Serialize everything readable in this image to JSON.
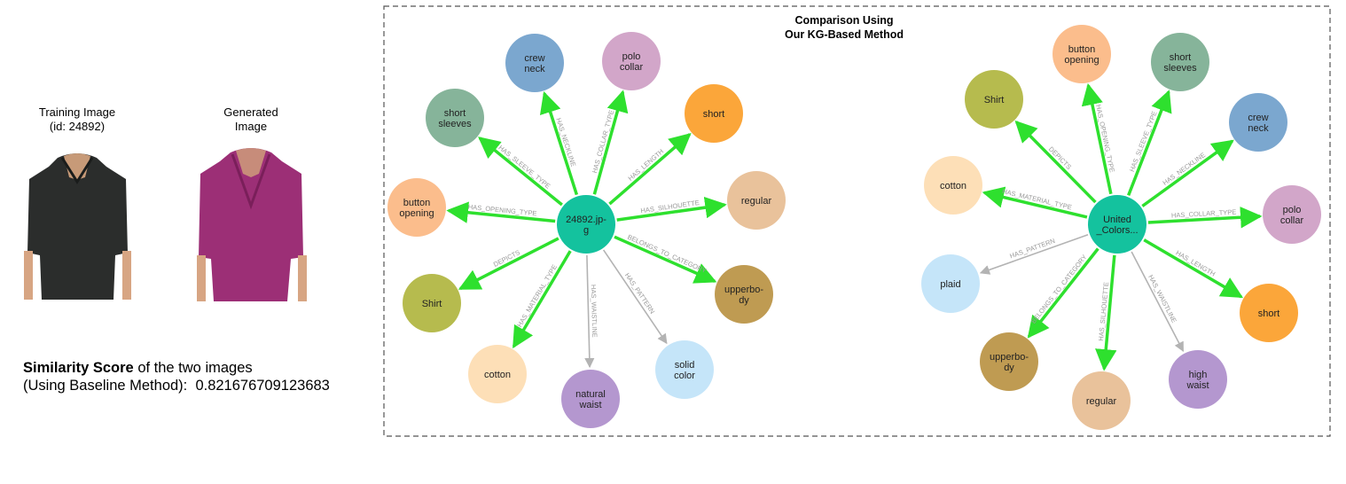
{
  "left_panel": {
    "training_caption_line1": "Training Image",
    "training_caption_line2": "(id: 24892)",
    "generated_caption_line1": "Generated",
    "generated_caption_line2": "Image",
    "score_bold": "Similarity Score",
    "score_rest": " of the two images",
    "score_line2_label": "(Using Baseline Method):",
    "score_value": "0.821676709123683",
    "training_shirt_color": "#2b2d2c",
    "generated_shirt_color": "#9c2f76",
    "skin_color": "#d7a583"
  },
  "panel": {
    "title_line1": "Comparison Using",
    "title_line2": "Our KG-Based Method"
  },
  "graphs": [
    {
      "center": {
        "label": [
          "24892.jp-",
          "g"
        ],
        "color": "#14c29e"
      },
      "nodes": [
        {
          "label": [
            "crew",
            "neck"
          ],
          "color": "#7ba7cf",
          "edge": "HAS_NECKLINE",
          "strong": true
        },
        {
          "label": [
            "polo",
            "collar"
          ],
          "color": "#d2a6c9",
          "edge": "HAS_COLLAR_TYPE",
          "strong": true
        },
        {
          "label": [
            "short",
            "sleeves"
          ],
          "color": "#86b49a",
          "edge": "HAS_SLEEVE_TYPE",
          "strong": true
        },
        {
          "label": [
            "short"
          ],
          "color": "#fba63a",
          "edge": "HAS_LENGTH",
          "strong": true
        },
        {
          "label": [
            "button",
            "opening"
          ],
          "color": "#fbbd8c",
          "edge": "HAS_OPENING_TYPE",
          "strong": true
        },
        {
          "label": [
            "regular"
          ],
          "color": "#e9c29b",
          "edge": "HAS_SILHOUETTE",
          "strong": true
        },
        {
          "label": [
            "Shirt"
          ],
          "color": "#b6bb4e",
          "edge": "DEPICTS",
          "strong": true
        },
        {
          "label": [
            "upperbo-",
            "dy"
          ],
          "color": "#bf9b52",
          "edge": "BELONGS_TO_CATEGORY",
          "strong": true
        },
        {
          "label": [
            "cotton"
          ],
          "color": "#fddfb7",
          "edge": "HAS_MATERIAL_TYPE",
          "strong": true
        },
        {
          "label": [
            "natural",
            "waist"
          ],
          "color": "#b497cf",
          "edge": "HAS_WAISTLINE",
          "strong": false
        },
        {
          "label": [
            "solid",
            "color"
          ],
          "color": "#c5e5f9",
          "edge": "HAS_PATTERN",
          "strong": false
        }
      ]
    },
    {
      "center": {
        "label": [
          "United",
          "_Colors..."
        ],
        "color": "#14c29e"
      },
      "nodes": [
        {
          "label": [
            "button",
            "opening"
          ],
          "color": "#fbbd8c",
          "edge": "HAS_OPENING_TYPE",
          "strong": true
        },
        {
          "label": [
            "short",
            "sleeves"
          ],
          "color": "#86b49a",
          "edge": "HAS_SLEEVE_TYPE",
          "strong": true
        },
        {
          "label": [
            "Shirt"
          ],
          "color": "#b6bb4e",
          "edge": "DEPICTS",
          "strong": true
        },
        {
          "label": [
            "crew",
            "neck"
          ],
          "color": "#7ba7cf",
          "edge": "HAS_NECKLINE",
          "strong": true
        },
        {
          "label": [
            "cotton"
          ],
          "color": "#fddfb7",
          "edge": "HAS_MATERIAL_TYPE",
          "strong": true
        },
        {
          "label": [
            "polo",
            "collar"
          ],
          "color": "#d2a6c9",
          "edge": "HAS_COLLAR_TYPE",
          "strong": true
        },
        {
          "label": [
            "plaid"
          ],
          "color": "#c5e5f9",
          "edge": "HAS_PATTERN",
          "strong": false
        },
        {
          "label": [
            "short"
          ],
          "color": "#fba63a",
          "edge": "HAS_LENGTH",
          "strong": true
        },
        {
          "label": [
            "upperbo-",
            "dy"
          ],
          "color": "#bf9b52",
          "edge": "BELONGS_TO_CATEGORY",
          "strong": true
        },
        {
          "label": [
            "regular"
          ],
          "color": "#e9c29b",
          "edge": "HAS_SILHOUETTE",
          "strong": true
        },
        {
          "label": [
            "high",
            "waist"
          ],
          "color": "#b497cf",
          "edge": "HAS_WAISTLINE",
          "strong": false
        }
      ]
    }
  ],
  "colors": {
    "strong_edge": "#2ee02e",
    "weak_edge": "#b3b3b3",
    "border": "#555555"
  }
}
